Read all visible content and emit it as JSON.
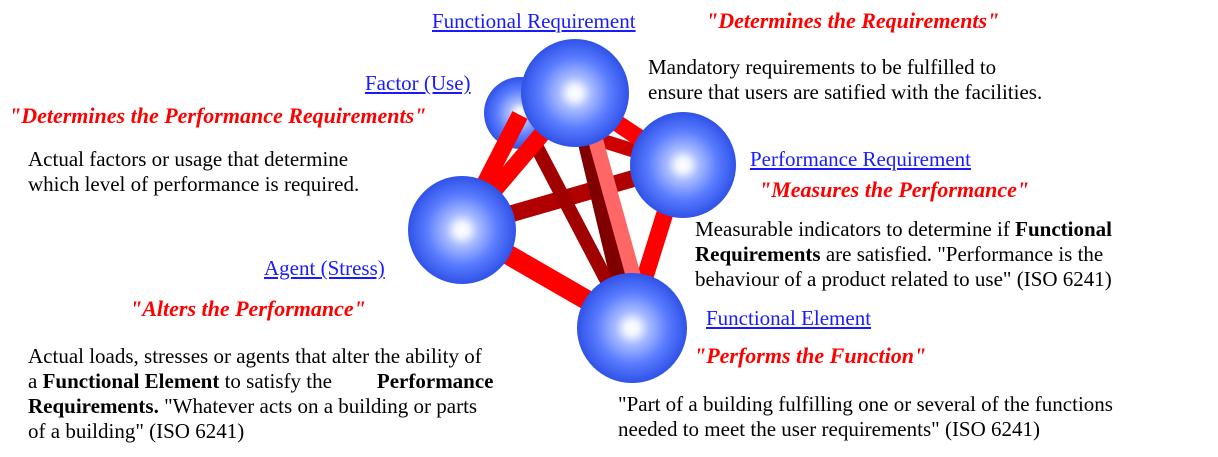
{
  "nodes": {
    "functional_requirement": {
      "label": "Functional Requirement",
      "quote": "\"Determines the Requirements\"",
      "desc_1": "Mandatory requirements to be fulfilled to",
      "desc_2": "ensure that users are satified with the facilities."
    },
    "factor": {
      "label": "Factor (Use)",
      "quote": "\"Determines the Performance Requirements\"",
      "desc_1": "Actual factors or usage that determine",
      "desc_2": "which level of performance is required."
    },
    "performance_requirement": {
      "label": "Performance Requirement",
      "quote": "\"Measures  the Performance\"",
      "desc_1a": "Measurable indicators to determine if ",
      "desc_1b": "Functional",
      "desc_2a": "Requirements",
      "desc_2b": " are satisfied.  \"Performance is the",
      "desc_3": "behaviour of a product related to use\" (ISO 6241)"
    },
    "agent": {
      "label": "Agent (Stress)",
      "quote": "\"Alters the Performance\"",
      "desc_1": "Actual loads, stresses or agents that alter the ability of",
      "desc_2a": "a  ",
      "desc_2b": "Functional Element",
      "desc_2c": "  to satisfy the",
      "desc_2d": "Performance",
      "desc_3a": "Requirements.",
      "desc_3b": "  \"Whatever acts on a building or parts",
      "desc_4": "of a building\" (ISO 6241)"
    },
    "functional_element": {
      "label": "Functional Element",
      "quote": "\"Performs the Function\"",
      "desc_1": "\"Part of a building fulfilling one or several of the functions",
      "desc_2": "needed to meet the user requirements\" (ISO 6241)"
    }
  },
  "colors": {
    "link": "#1a1aff",
    "quote": "#ff0000",
    "rod_bright": "#ff0000",
    "rod_dark": "#b00000",
    "rod_maroon": "#800000",
    "rod_pink": "#ff6666",
    "sphere": "#3366ff"
  },
  "icons": [
    "sphere-node"
  ]
}
